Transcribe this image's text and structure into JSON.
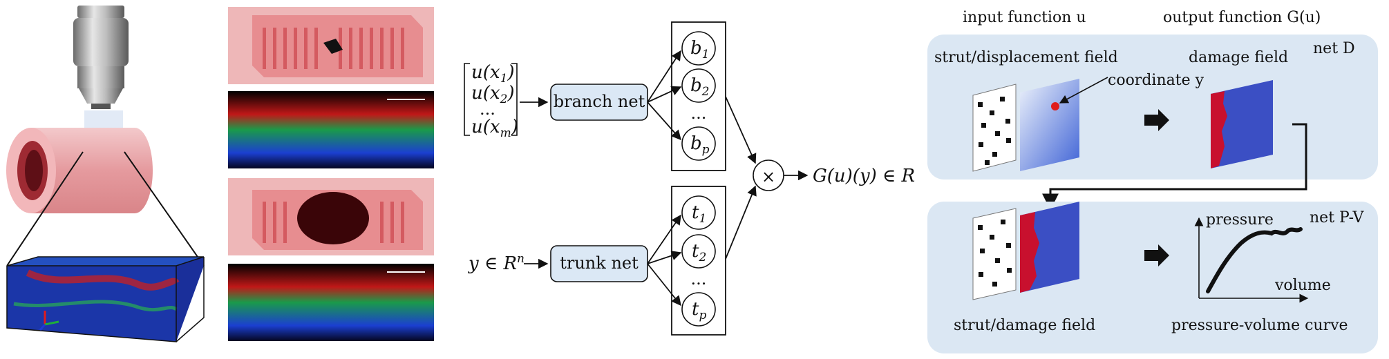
{
  "colors": {
    "panel_fill": "#dbe7f3",
    "box_fill": "#dbe8f5",
    "damage_blue": "#3b4fc4",
    "damage_red": "#c8102e",
    "tissue_pink": "#e8a7aa"
  },
  "icons": [
    "microscope-objective-icon",
    "tube-icon",
    "arrow-right-icon"
  ],
  "deeponet": {
    "inputs": [
      "u(x",
      "1",
      ")",
      "u(x",
      "2",
      ")",
      "...",
      "u(x",
      "m",
      ")"
    ],
    "branch_label": "branch net",
    "trunk_label": "trunk net",
    "trunk_input": "y ∈ R",
    "trunk_input_sup": "n",
    "b_nodes": [
      [
        "b",
        "1"
      ],
      [
        "b",
        "2"
      ],
      [
        "b",
        "p"
      ]
    ],
    "t_nodes": [
      [
        "t",
        "1"
      ],
      [
        "t",
        "2"
      ],
      [
        "t",
        "p"
      ]
    ],
    "ellipsis": "...",
    "product_symbol": "×",
    "output": "G(u)(y) ∈ R"
  },
  "right": {
    "input_header": "input function u",
    "output_header": "output function G(u)",
    "net_d": {
      "name": "net D",
      "input_label": "strut/displacement field",
      "output_label": "damage field",
      "coord_label": "coordinate y"
    },
    "net_pv": {
      "name": "net P-V",
      "input_label": "strut/damage field",
      "output_label": "pressure-volume curve",
      "axis_y": "pressure",
      "axis_x": "volume"
    }
  }
}
